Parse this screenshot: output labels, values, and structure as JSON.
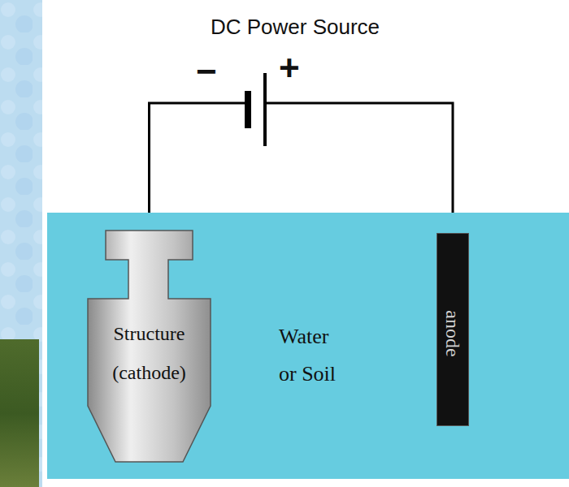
{
  "diagram": {
    "title": "DC Power Source",
    "nodes": [
      {
        "text": [
          "Water or Soil"
        ]
      },
      {
        "text": [
          "Structure (cathode)"
        ],
        "in": 0
      },
      {
        "text": [
          "anode"
        ],
        "in": 0
      }
    ],
    "edges": [
      {
        "from": 1,
        "to": 2,
        "arrow": "none"
      }
    ],
    "labels": [
      "−",
      "+"
    ]
  }
}
